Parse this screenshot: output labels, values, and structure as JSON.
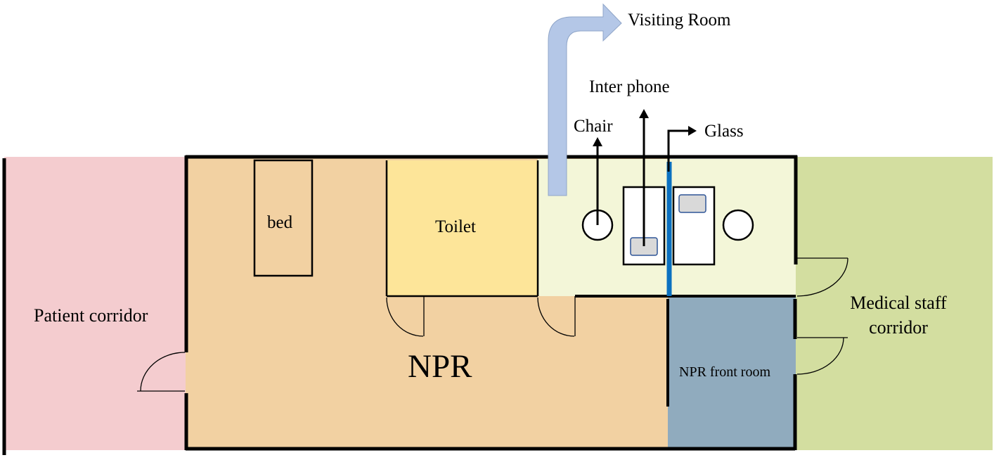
{
  "labels": {
    "visiting_room": "Visiting Room",
    "inter_phone": "Inter phone",
    "chair": "Chair",
    "glass": "Glass",
    "bed": "bed",
    "toilet": "Toilet",
    "patient_corridor": "Patient corridor",
    "npr": "NPR",
    "npr_front_room": "NPR front room",
    "medical_staff_corridor_line1": "Medical staff",
    "medical_staff_corridor_line2": "corridor"
  },
  "colors": {
    "patient_corridor": "#f4cccf",
    "npr": "#f2d1a2",
    "toilet": "#fde599",
    "visiting_area": "#f3f6d8",
    "npr_front_room": "#90abbe",
    "medical_staff_corridor": "#d3dea0",
    "glass_partition": "#0a70c0",
    "visiting_arrow": "#b4c7e7",
    "walls": "#000000"
  }
}
